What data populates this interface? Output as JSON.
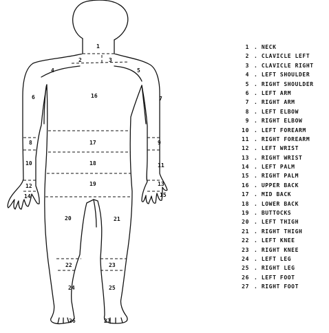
{
  "regions": [
    {
      "num": "1",
      "name": "NECK"
    },
    {
      "num": "2",
      "name": "CLAVICLE LEFT"
    },
    {
      "num": "3",
      "name": "CLAVICLE RIGHT"
    },
    {
      "num": "4",
      "name": "LEFT SHOULDER"
    },
    {
      "num": "5",
      "name": "RIGHT SHOULDER"
    },
    {
      "num": "6",
      "name": "LEFT ARM"
    },
    {
      "num": "7",
      "name": "RIGHT ARM"
    },
    {
      "num": "8",
      "name": "LEFT ELBOW"
    },
    {
      "num": "9",
      "name": "RIGHT ELBOW"
    },
    {
      "num": "10",
      "name": "LEFT FOREARM"
    },
    {
      "num": "11",
      "name": "RIGHT FOREARM"
    },
    {
      "num": "12",
      "name": "LEFT WRIST"
    },
    {
      "num": "13",
      "name": "RIGHT WRIST"
    },
    {
      "num": "14",
      "name": "LEFT PALM"
    },
    {
      "num": "15",
      "name": "RIGHT PALM"
    },
    {
      "num": "16",
      "name": "UPPER BACK"
    },
    {
      "num": "17",
      "name": "MID BACK"
    },
    {
      "num": "18",
      "name": "LOWER BACK"
    },
    {
      "num": "19",
      "name": "BUTTOCKS"
    },
    {
      "num": "20",
      "name": "LEFT THIGH"
    },
    {
      "num": "21",
      "name": "RIGHT THIGH"
    },
    {
      "num": "22",
      "name": "LEFT KNEE"
    },
    {
      "num": "23",
      "name": "RIGHT KNEE"
    },
    {
      "num": "24",
      "name": "LEFT LEG"
    },
    {
      "num": "25",
      "name": "RIGHT LEG"
    },
    {
      "num": "26",
      "name": "LEFT FOOT"
    },
    {
      "num": "27",
      "name": "RIGHT FOOT"
    }
  ]
}
